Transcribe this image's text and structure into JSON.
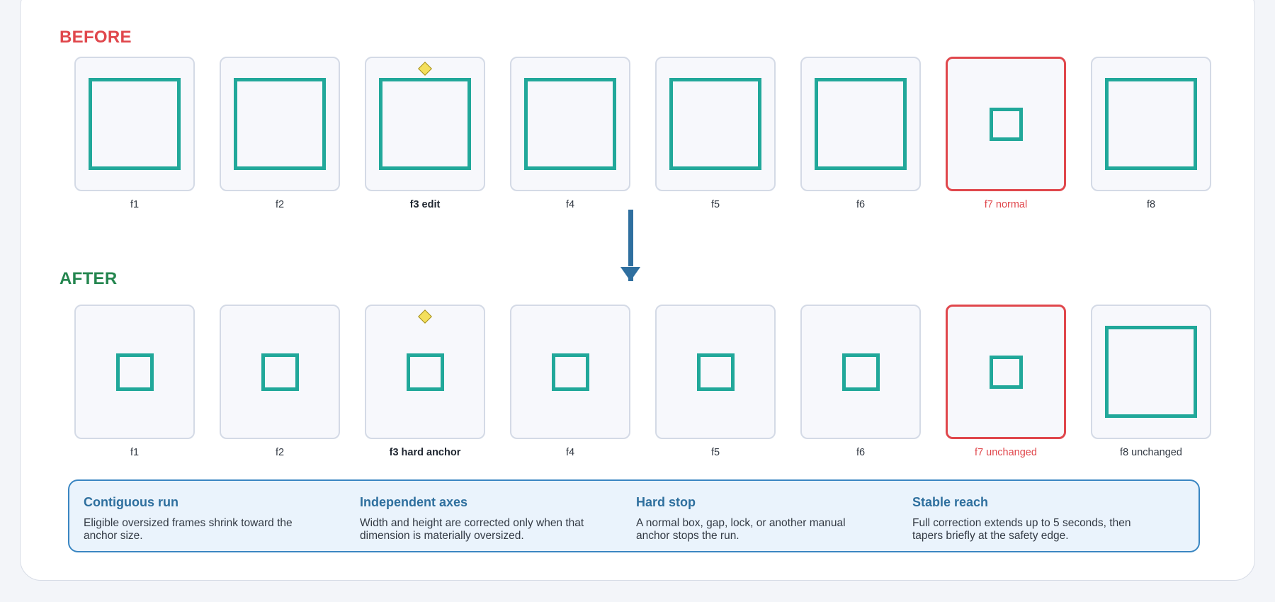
{
  "before": {
    "title": "BEFORE",
    "frames": [
      {
        "label": "f1",
        "box_size": 1.0
      },
      {
        "label": "f2",
        "box_size": 1.0
      },
      {
        "label": "f3 edit",
        "box_size": 1.0,
        "anchor": true
      },
      {
        "label": "f4",
        "box_size": 1.0
      },
      {
        "label": "f5",
        "box_size": 1.0
      },
      {
        "label": "f6",
        "box_size": 1.0
      },
      {
        "label": "f7 normal",
        "box_size": 0.36,
        "highlight": true
      },
      {
        "label": "f8",
        "box_size": 1.0
      }
    ]
  },
  "after": {
    "title": "AFTER",
    "frames": [
      {
        "label": "f1",
        "box_size": 0.41
      },
      {
        "label": "f2",
        "box_size": 0.41
      },
      {
        "label": "f3 hard anchor",
        "box_size": 0.41,
        "anchor": true
      },
      {
        "label": "f4",
        "box_size": 0.41
      },
      {
        "label": "f5",
        "box_size": 0.41
      },
      {
        "label": "f6",
        "box_size": 0.41
      },
      {
        "label": "f7 unchanged",
        "box_size": 0.36,
        "highlight": true
      },
      {
        "label": "f8 unchanged",
        "box_size": 1.0
      }
    ]
  },
  "info": [
    {
      "title": "Contiguous run",
      "body": "Eligible oversized frames shrink toward the anchor size."
    },
    {
      "title": "Independent axes",
      "body": "Width and height are corrected only when that dimension is materially oversized."
    },
    {
      "title": "Hard stop",
      "body": "A normal box, gap, lock, or another manual anchor stops the run."
    },
    {
      "title": "Stable reach",
      "body": "Full correction extends up to 5 seconds, then tapers briefly at the safety edge."
    }
  ],
  "colors": {
    "before_title": "#e0474c",
    "after_title": "#24864f",
    "box": "#21a89a",
    "highlight_border": "#e0474c",
    "anchor_marker": "#f4df5c",
    "arrow": "#2f6f9f",
    "info_border": "#3a86c2"
  },
  "icons": {
    "anchor": "diamond-anchor-icon",
    "flow": "arrow-down-icon"
  }
}
